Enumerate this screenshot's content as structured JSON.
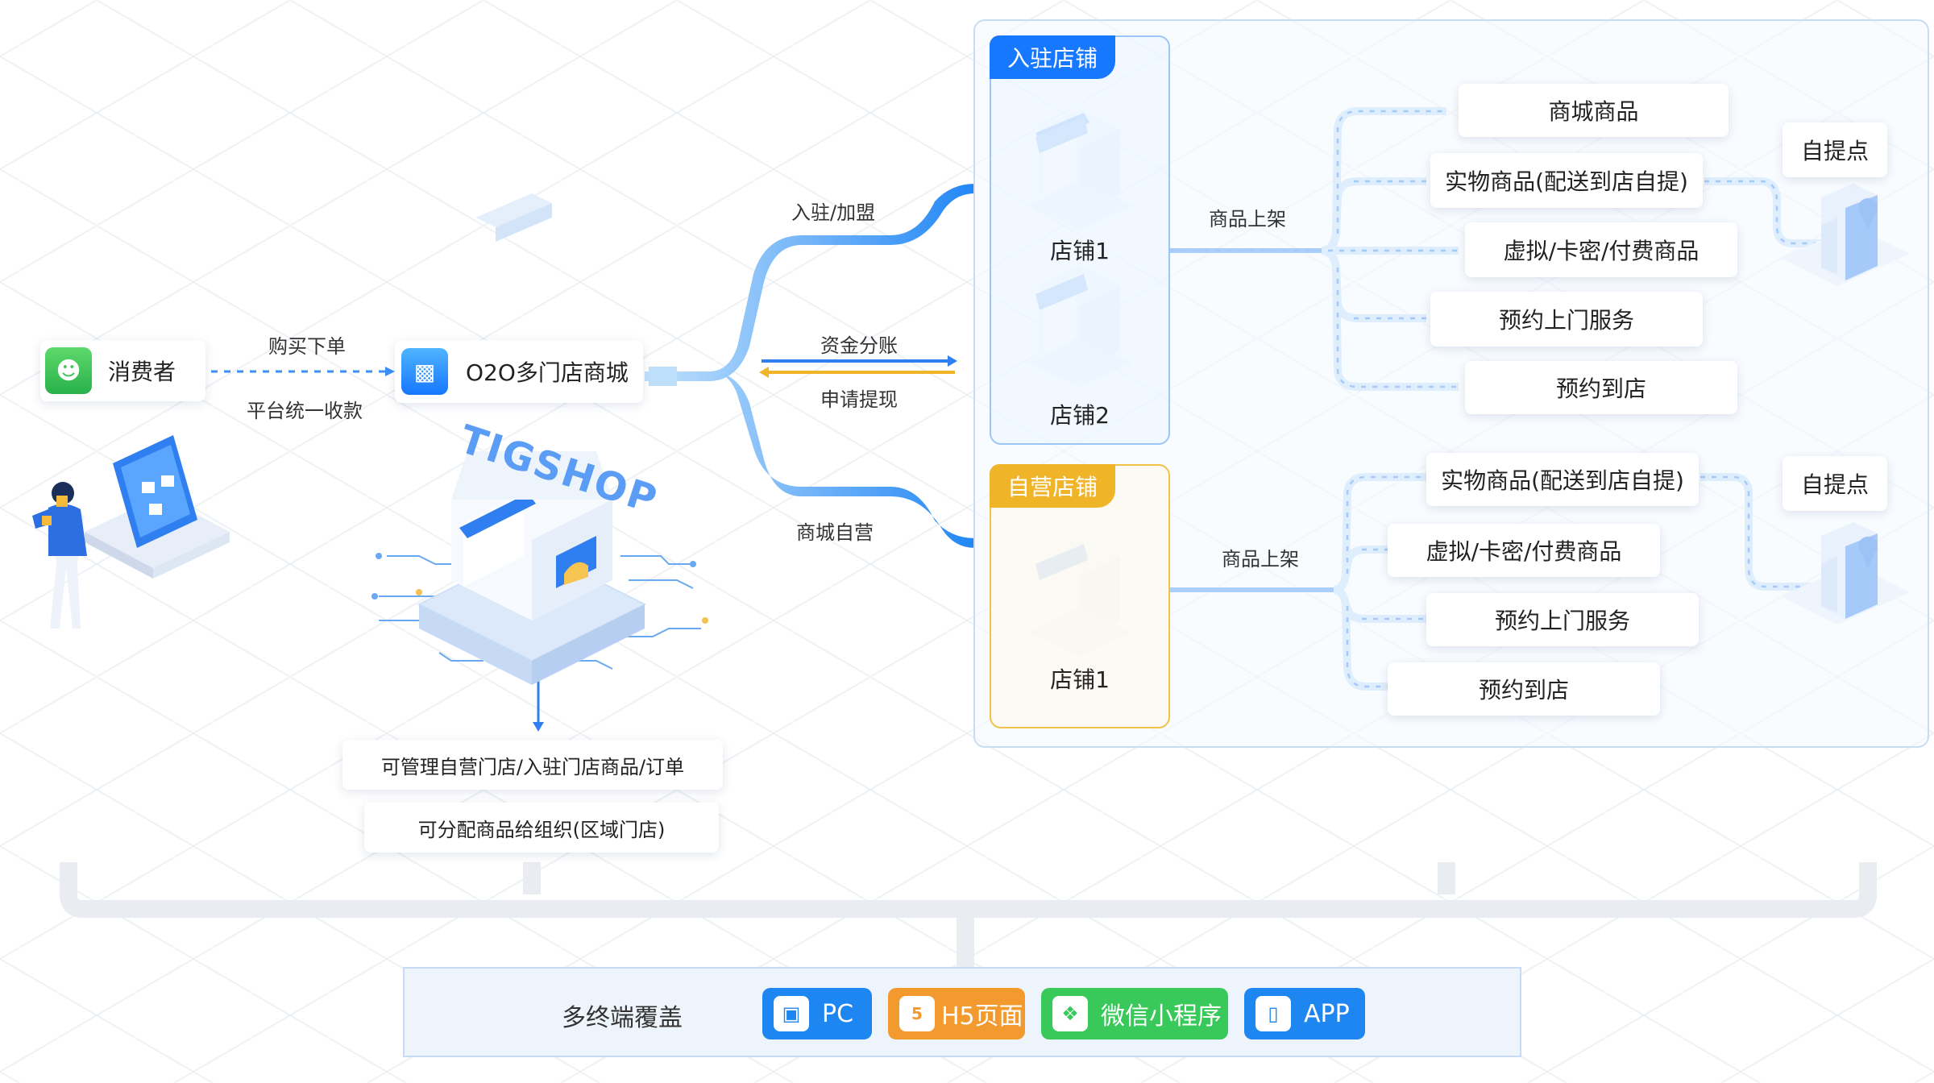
{
  "consumer": {
    "label": "消费者",
    "icon": "users-icon"
  },
  "flow": {
    "buy": "购买下单",
    "collect": "平台统一收款"
  },
  "mall": {
    "label": "O2O多门店商城",
    "icon": "monitor-icon",
    "brand": "TIGSHOP"
  },
  "branches": {
    "join": "入驻/加盟",
    "split": "资金分账",
    "withdraw": "申请提现",
    "self_run": "商城自营"
  },
  "capabilities": [
    "可管理自营门店/入驻门店商品/订单",
    "可分配商品给组织(区域门店)"
  ],
  "join_store": {
    "tag": "入驻店铺",
    "stores": [
      "店铺1",
      "店铺2"
    ],
    "listing": "商品上架",
    "products": [
      "商城商品",
      "实物商品(配送到店自提)",
      "虚拟/卡密/付费商品",
      "预约上门服务",
      "预约到店"
    ],
    "pickup": "自提点"
  },
  "self_store": {
    "tag": "自营店铺",
    "stores": [
      "店铺1"
    ],
    "listing": "商品上架",
    "products": [
      "实物商品(配送到店自提)",
      "虚拟/卡密/付费商品",
      "预约上门服务",
      "预约到店"
    ],
    "pickup": "自提点"
  },
  "terminals": {
    "title": "多终端覆盖",
    "items": [
      {
        "label": "PC",
        "icon": "pc-icon",
        "color": "#1e86f0"
      },
      {
        "label": "H5页面",
        "icon": "html5-icon",
        "color": "#f29a2e"
      },
      {
        "label": "微信小程序",
        "icon": "wechat-icon",
        "color": "#38c95a"
      },
      {
        "label": "APP",
        "icon": "mobile-icon",
        "color": "#1e86f0"
      }
    ]
  },
  "colors": {
    "primary": "#1677ff",
    "light_blue": "#8ec5f7",
    "orange": "#f0b429",
    "green": "#3ac45a"
  }
}
